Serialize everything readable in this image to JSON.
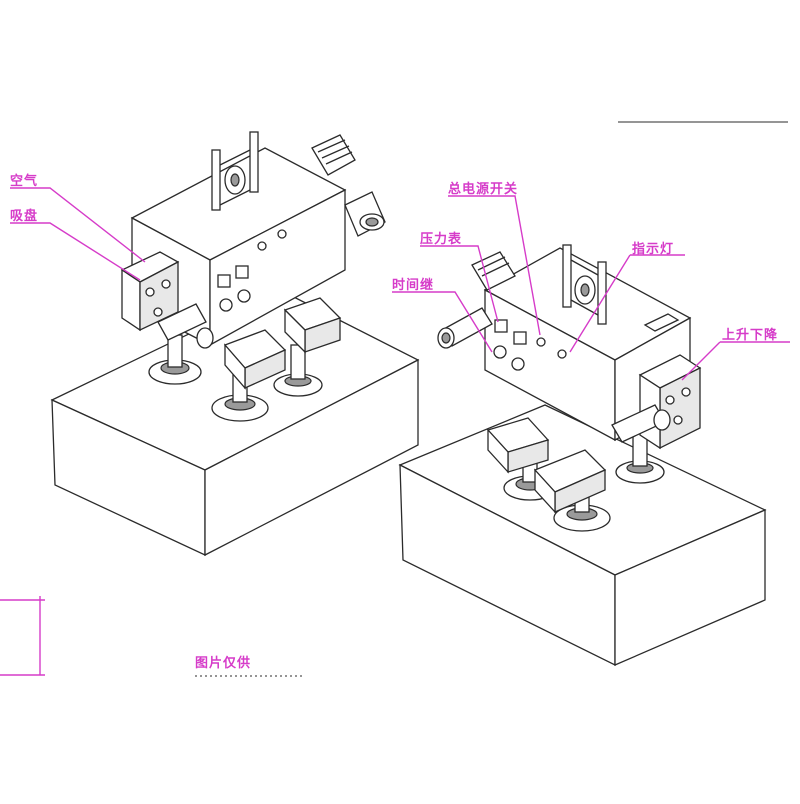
{
  "labels": {
    "left_top": "空气",
    "left_bottom": "吸盘",
    "right_power_switch": "总电源开关",
    "right_pressure_gauge": "压力表",
    "right_time_relay": "时间继",
    "right_indicator": "指示灯",
    "right_up_down": "上升下降",
    "bottom_dimension": "图片仅供"
  },
  "colors": {
    "annotation": "#d63cc9",
    "line": "#2b2b2b"
  }
}
